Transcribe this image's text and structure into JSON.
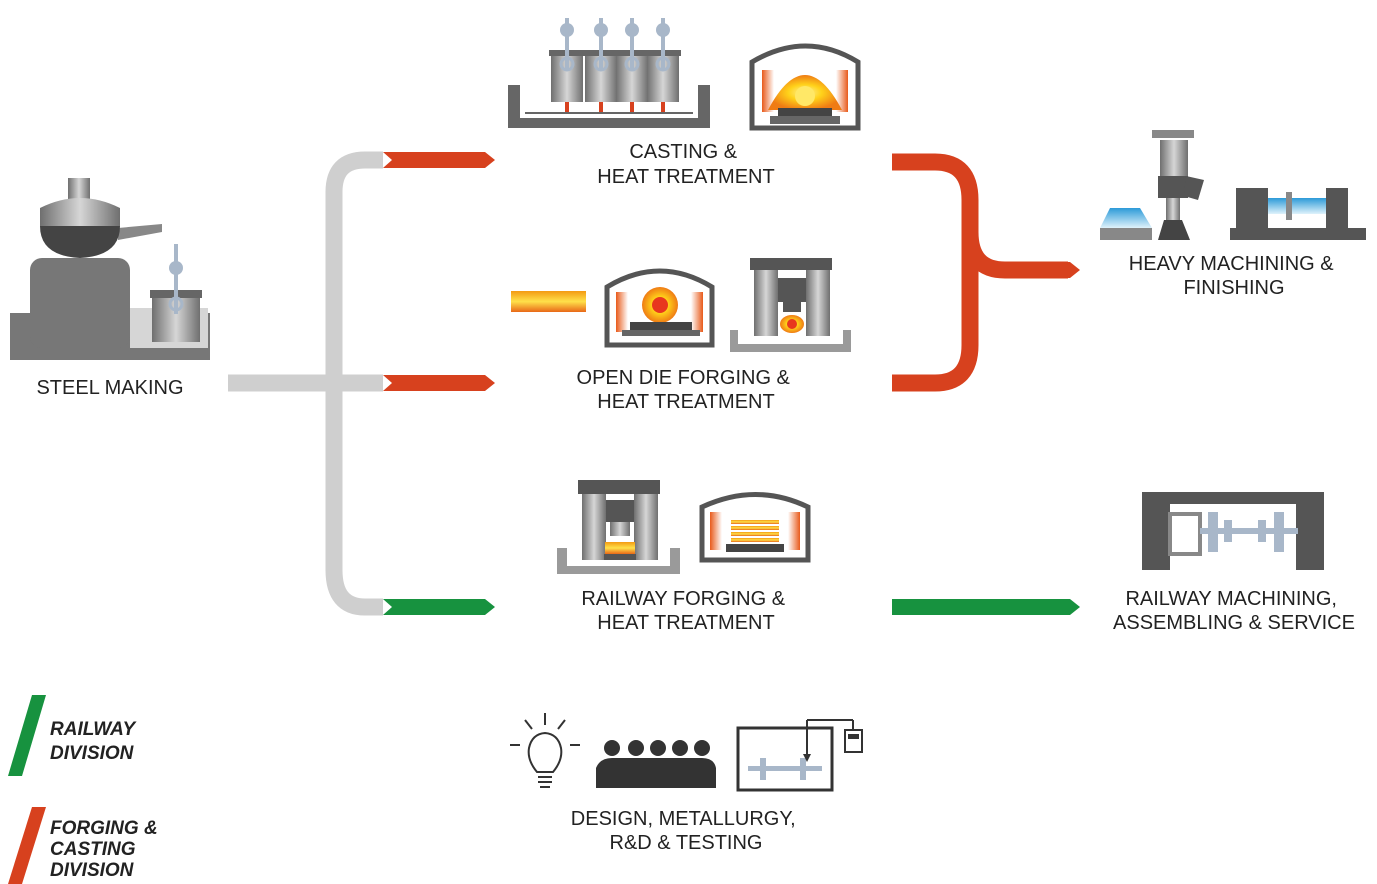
{
  "colors": {
    "grey_path": "#cfcfcf",
    "railway_green": "#17923f",
    "forging_red": "#d7411e",
    "machine_dark": "#555555",
    "machine_mid": "#8e8e8e",
    "machine_light": "#bdbdbd",
    "steel_blue": "#a8b7c9"
  },
  "stages": {
    "steel_making": {
      "lines": [
        "STEEL MAKING"
      ]
    },
    "casting": {
      "lines": [
        "CASTING &",
        "HEAT TREATMENT"
      ]
    },
    "open_die": {
      "lines": [
        "OPEN DIE FORGING &",
        "HEAT TREATMENT"
      ]
    },
    "railway_forging": {
      "lines": [
        "RAILWAY FORGING &",
        "HEAT TREATMENT"
      ]
    },
    "heavy_machining": {
      "lines": [
        "HEAVY MACHINING &",
        "FINISHING"
      ]
    },
    "railway_machining": {
      "lines": [
        "RAILWAY MACHINING,",
        "ASSEMBLING & SERVICE"
      ]
    },
    "design": {
      "lines": [
        "DESIGN, METALLURGY,",
        "R&D & TESTING"
      ]
    }
  },
  "legend": {
    "railway": {
      "lines": [
        "RAILWAY",
        "DIVISION"
      ],
      "color": "#17923f"
    },
    "forging": {
      "lines": [
        "FORGING &",
        "CASTING",
        "DIVISION"
      ],
      "color": "#d7411e"
    }
  }
}
